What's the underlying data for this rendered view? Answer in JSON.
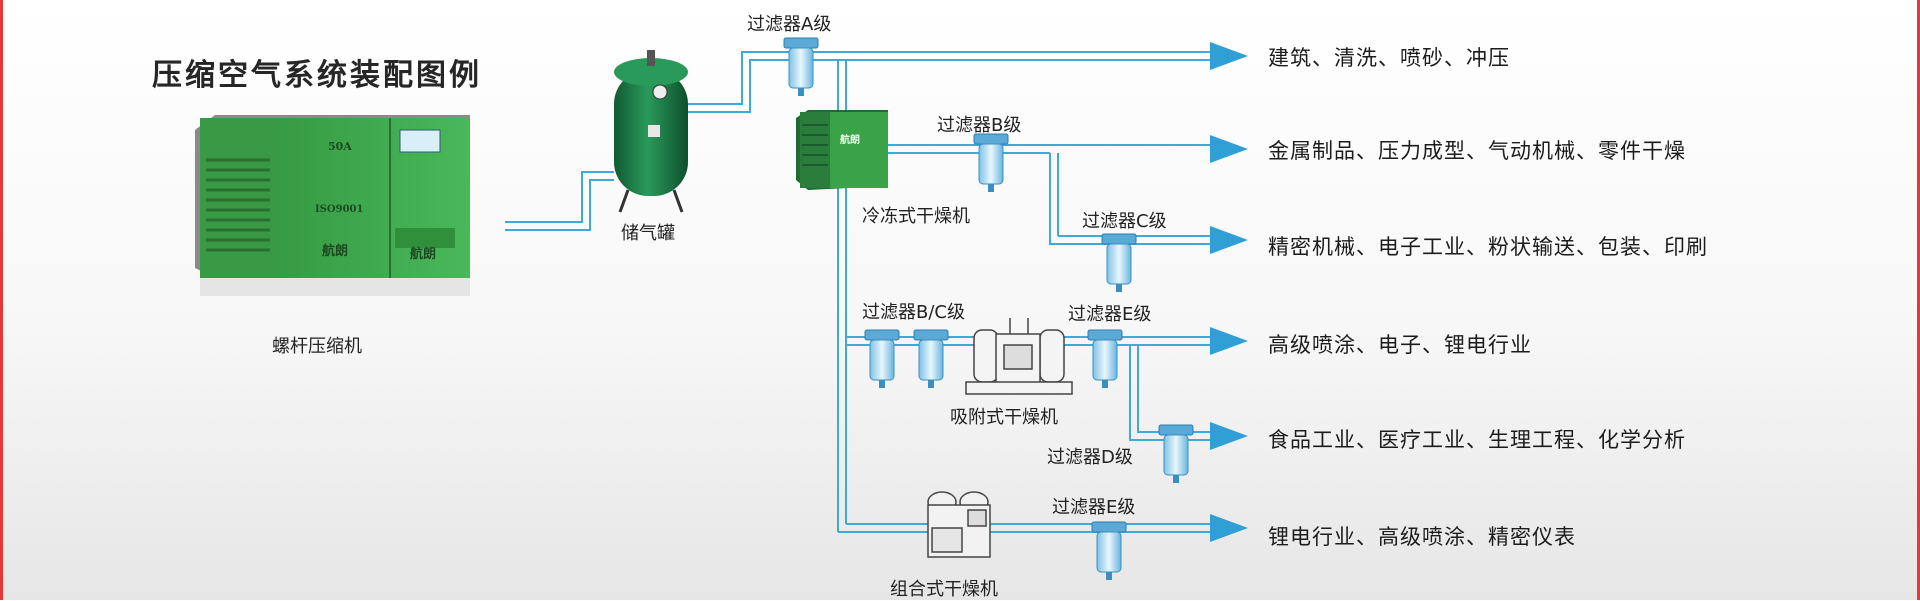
{
  "title": "压缩空气系统装配图例",
  "components": {
    "compressor": "螺杆压缩机",
    "tank": "储气罐",
    "refrigerated_dryer": "冷冻式干燥机",
    "adsorption_dryer": "吸附式干燥机",
    "combined_dryer": "组合式干燥机"
  },
  "compressor_panel": {
    "model": "50A",
    "cert": "ISO9001",
    "brand": "航朗"
  },
  "dryer_brand": "航朗",
  "filters": {
    "a": "过滤器A级",
    "b": "过滤器B级",
    "c": "过滤器C级",
    "bc": "过滤器B/C级",
    "e1": "过滤器E级",
    "d": "过滤器D级",
    "e2": "过滤器E级"
  },
  "applications": [
    "建筑、清洗、喷砂、冲压",
    "金属制品、压力成型、气动机械、零件干燥",
    "精密机械、电子工业、粉状输送、包装、印刷",
    "高级喷涂、电子、锂电行业",
    "食品工业、医疗工业、生理工程、化学分析",
    "锂电行业、高级喷涂、精密仪表"
  ],
  "colors": {
    "pipe": "#3fa9d8",
    "arrow": "#2f9fd6",
    "machine_green": "#3aa348",
    "tank_green": "#1f7a45"
  }
}
